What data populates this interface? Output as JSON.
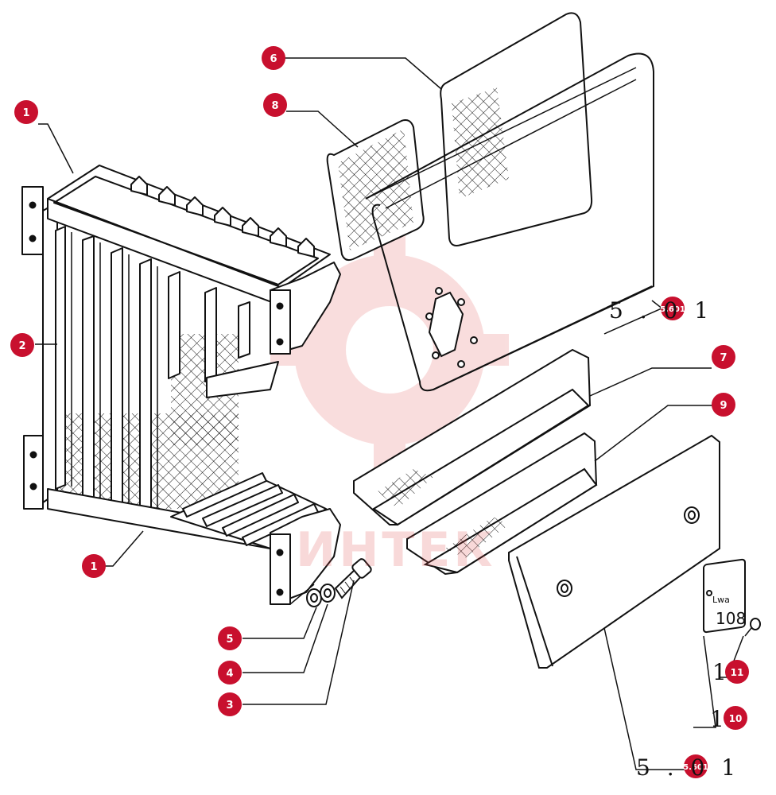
{
  "callouts": {
    "c1a": "1",
    "c1b": "1",
    "c2": "2",
    "c3": "3",
    "c4": "4",
    "c5": "5",
    "c6": "6",
    "c7": "7",
    "c8": "8",
    "c9": "9",
    "c10": "10",
    "c11": "11",
    "c5601a": "5.601",
    "c5601b": "5.601"
  },
  "refs": {
    "ref1": "5 . 0 1",
    "ref2": "5 . 0 1",
    "ref10": "1",
    "ref11": "1"
  },
  "plate": {
    "label_small": "Lwa",
    "label_big": "108"
  },
  "watermark": {
    "text": "ИНТЕК",
    "color": "#e04848"
  },
  "colors": {
    "callout": "#c8102e",
    "ink": "#111111"
  }
}
